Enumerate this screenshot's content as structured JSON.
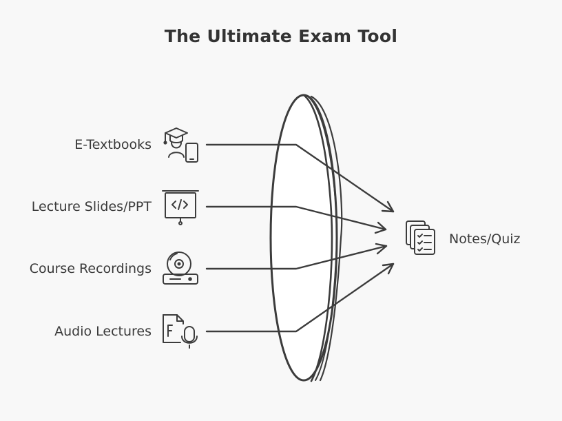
{
  "title": "The Ultimate Exam Tool",
  "inputs": [
    {
      "label": "E-Textbooks",
      "icon": "graduate-phone-icon"
    },
    {
      "label": "Lecture Slides/PPT",
      "icon": "presentation-board-icon"
    },
    {
      "label": "Course Recordings",
      "icon": "disc-player-icon"
    },
    {
      "label": "Audio Lectures",
      "icon": "audio-file-mic-icon"
    }
  ],
  "output": {
    "label": "Notes/Quiz",
    "icon": "stacked-checklist-icon"
  },
  "colors": {
    "stroke": "#3c3c3c",
    "background": "#f8f8f8",
    "lens_fill": "#ffffff"
  }
}
